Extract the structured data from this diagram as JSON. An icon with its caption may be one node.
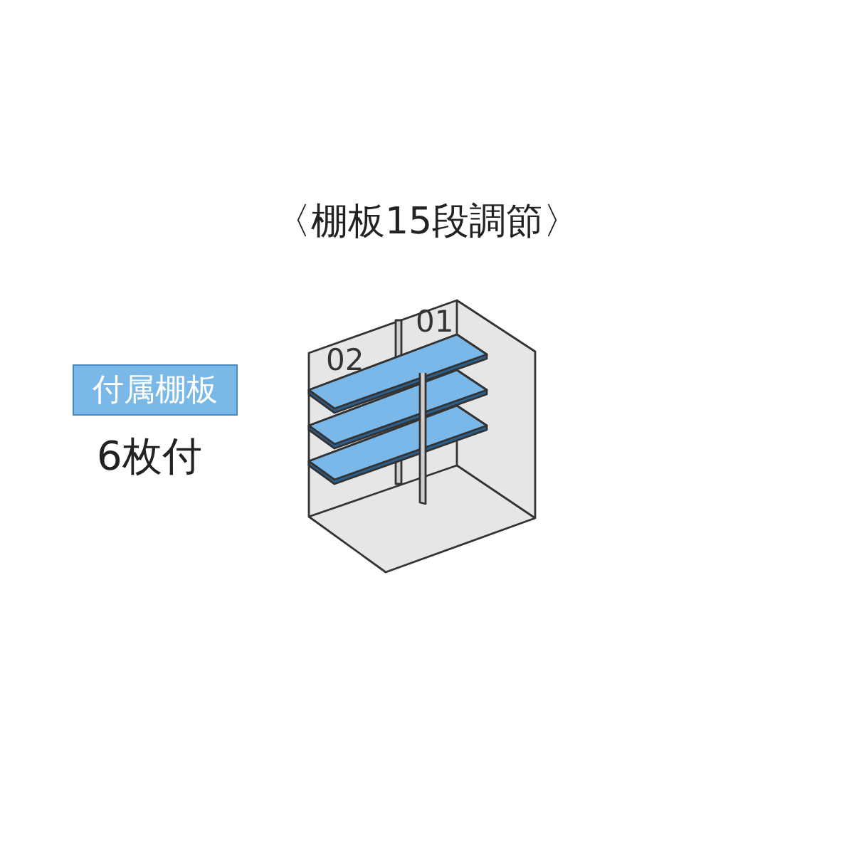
{
  "diagram": {
    "title": "〈棚板15段調節〉",
    "nodes": [
      {
        "text": [
          "付属棚板"
        ],
        "beside": [
          "6枚付"
        ]
      }
    ],
    "labels": [
      "02",
      "01"
    ]
  }
}
